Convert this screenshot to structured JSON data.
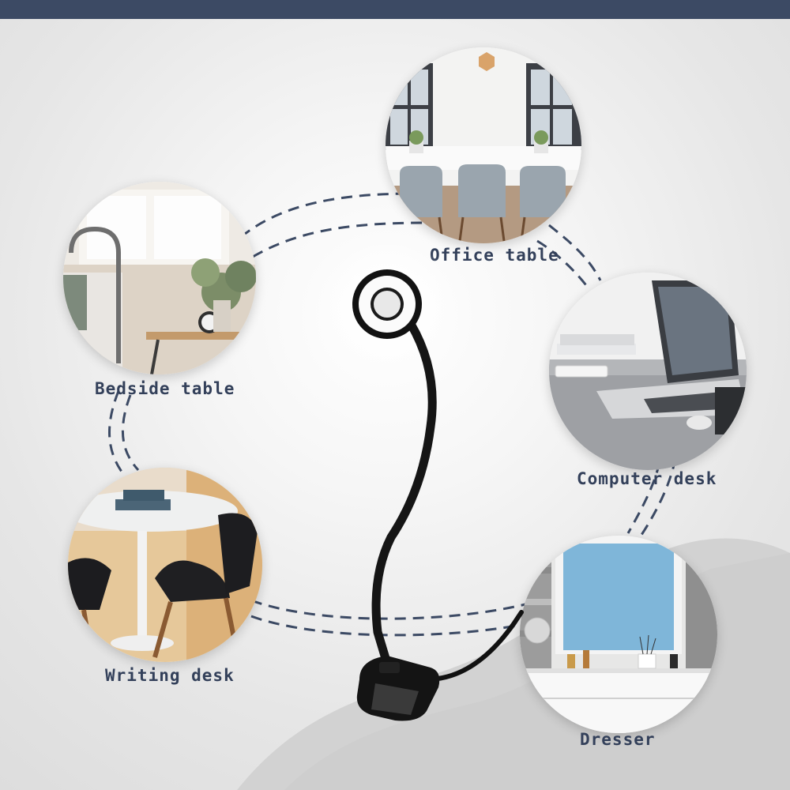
{
  "header": {
    "bar_color": "#3c4a64"
  },
  "locations": [
    {
      "id": "office-table",
      "label": "Office table"
    },
    {
      "id": "bedside-table",
      "label": "Bedside table"
    },
    {
      "id": "computer-desk",
      "label": "Computer desk"
    },
    {
      "id": "writing-desk",
      "label": "Writing desk"
    },
    {
      "id": "dresser",
      "label": "Dresser"
    }
  ],
  "product": {
    "icon": "clip-ring-lamp-icon"
  },
  "colors": {
    "label_text": "#33405a",
    "dash_line": "#3c4a64"
  }
}
